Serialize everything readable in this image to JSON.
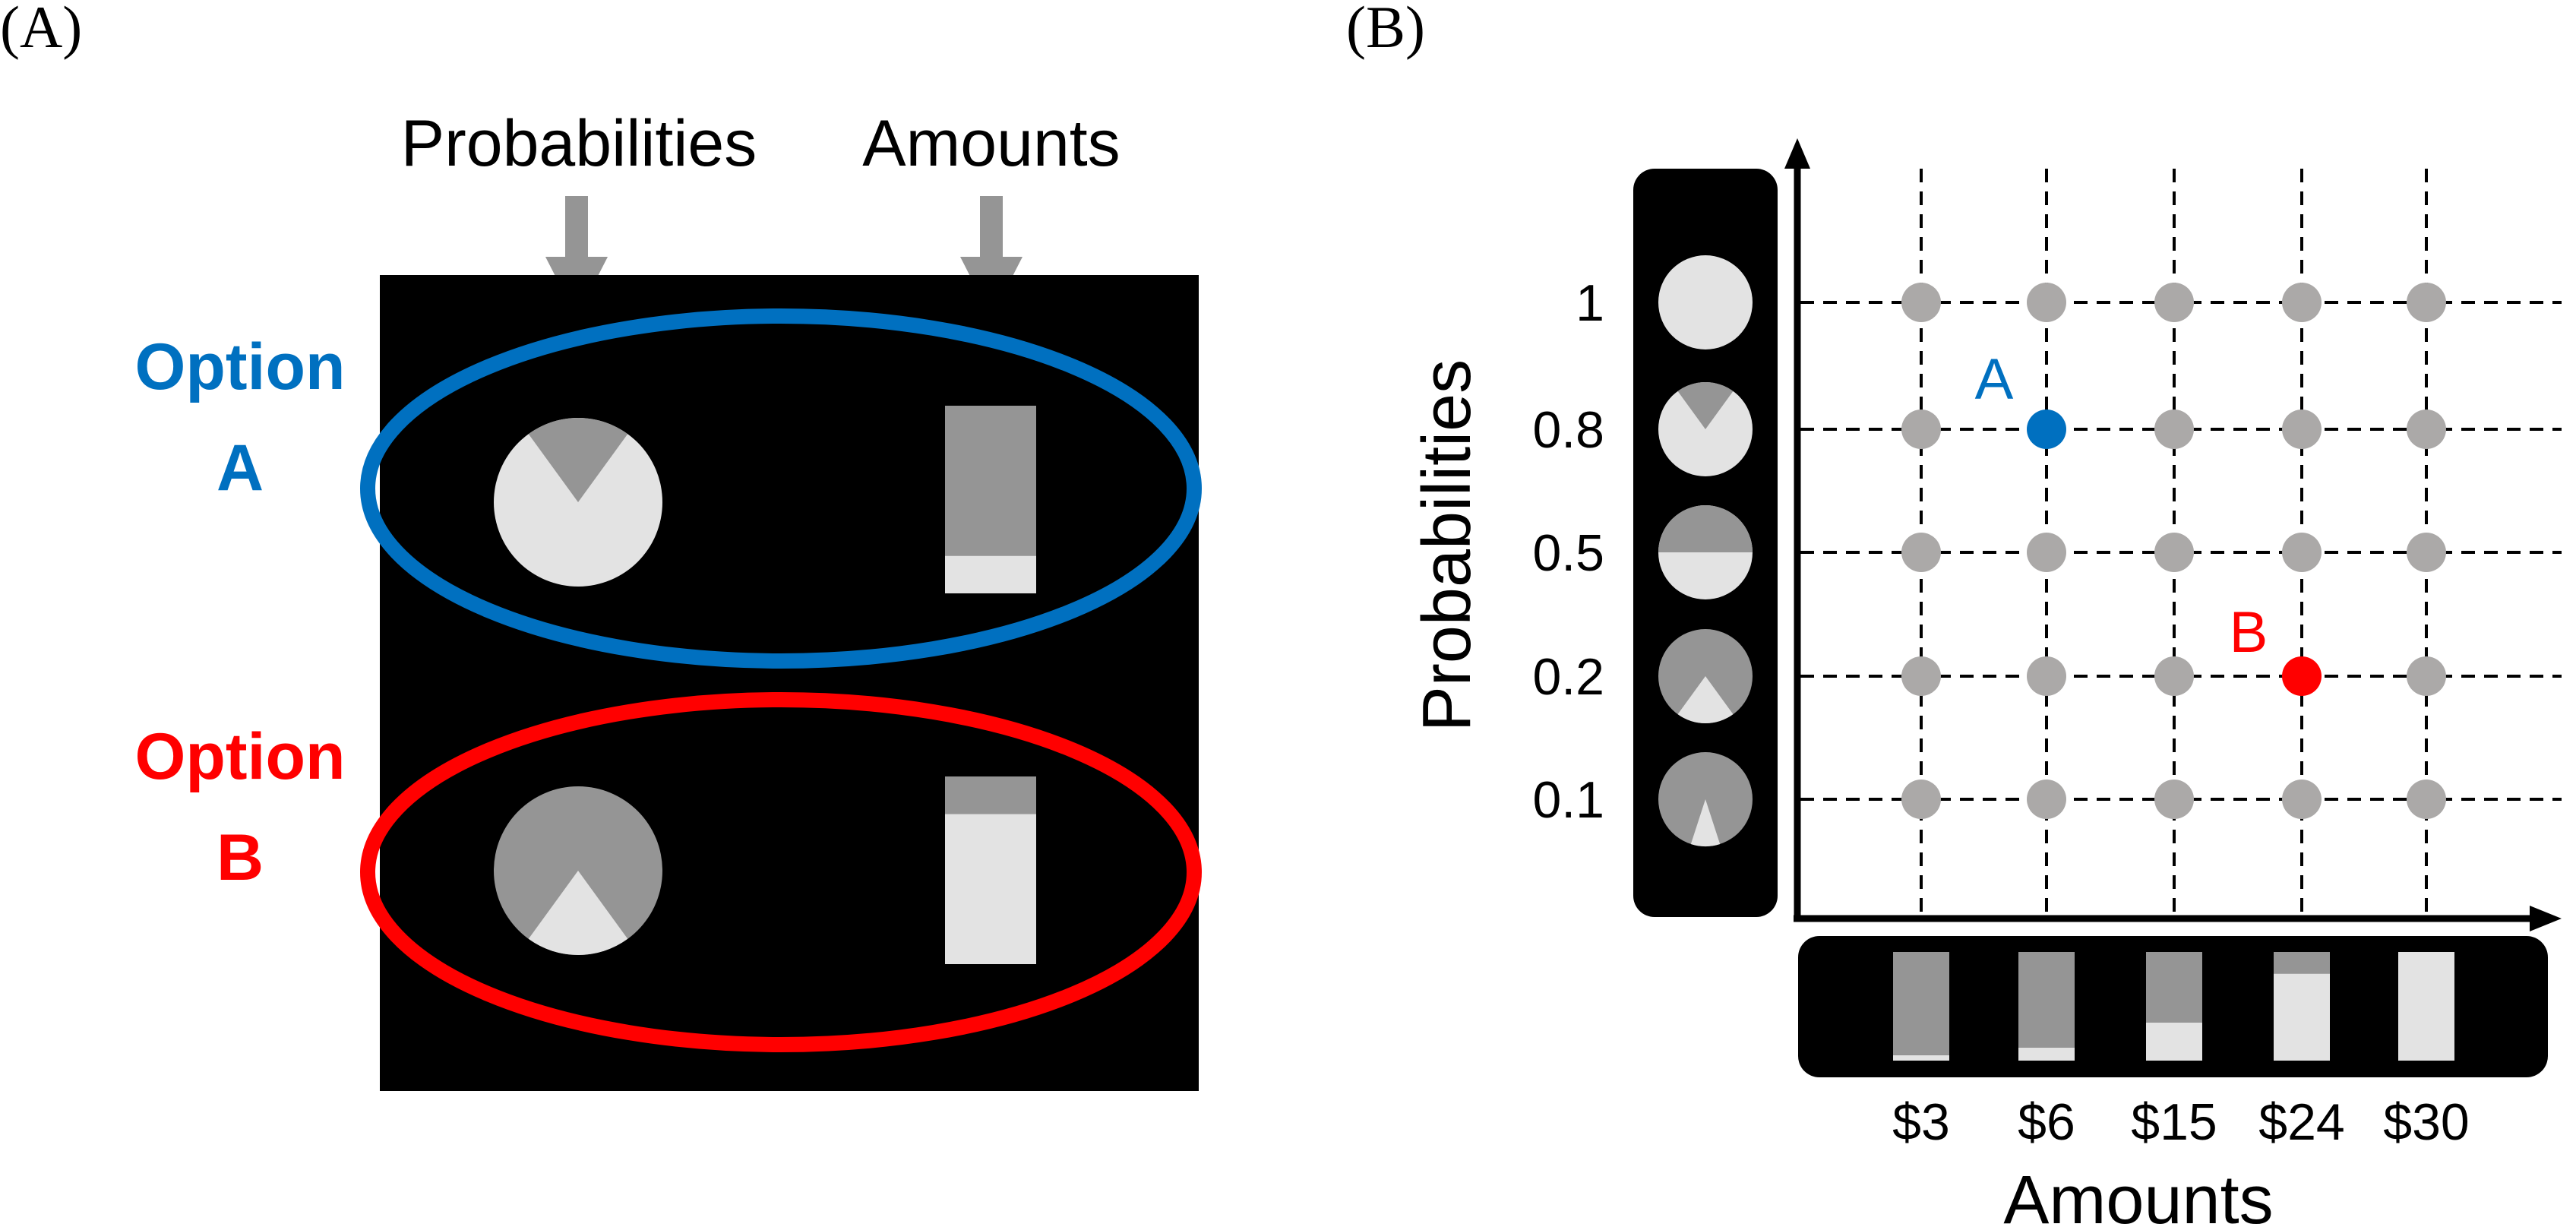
{
  "panel_a": {
    "label": "(A)",
    "header_probabilities": "Probabilities",
    "header_amounts": "Amounts",
    "options": [
      {
        "word": "Option",
        "letter": "A",
        "color": "#0070c0",
        "probability": 0.8,
        "amount_light_fraction": 0.2
      },
      {
        "word": "Option",
        "letter": "B",
        "color": "#ff0000",
        "probability": 0.2,
        "amount_light_fraction": 0.8
      }
    ]
  },
  "panel_b": {
    "label": "(B)",
    "ylabel": "Probabilities",
    "xlabel": "Amounts",
    "y_ticks": [
      "1",
      "0.8",
      "0.5",
      "0.2",
      "0.1"
    ],
    "x_ticks": [
      "$3",
      "$6",
      "$15",
      "$24",
      "$30"
    ],
    "point_labels": [
      {
        "text": "A",
        "color": "#0070c0"
      },
      {
        "text": "B",
        "color": "#ff0000"
      }
    ]
  },
  "chart_data": {
    "type": "scatter",
    "xlabel": "Amounts",
    "ylabel": "Probabilities",
    "x_categories": [
      "$3",
      "$6",
      "$15",
      "$24",
      "$30"
    ],
    "y_categories": [
      "1",
      "0.8",
      "0.5",
      "0.2",
      "0.1"
    ],
    "grid": true,
    "grid_points": [
      {
        "x": "$3",
        "y": "1"
      },
      {
        "x": "$6",
        "y": "1"
      },
      {
        "x": "$15",
        "y": "1"
      },
      {
        "x": "$24",
        "y": "1"
      },
      {
        "x": "$30",
        "y": "1"
      },
      {
        "x": "$3",
        "y": "0.8"
      },
      {
        "x": "$15",
        "y": "0.8"
      },
      {
        "x": "$24",
        "y": "0.8"
      },
      {
        "x": "$30",
        "y": "0.8"
      },
      {
        "x": "$3",
        "y": "0.5"
      },
      {
        "x": "$6",
        "y": "0.5"
      },
      {
        "x": "$15",
        "y": "0.5"
      },
      {
        "x": "$24",
        "y": "0.5"
      },
      {
        "x": "$30",
        "y": "0.5"
      },
      {
        "x": "$3",
        "y": "0.2"
      },
      {
        "x": "$6",
        "y": "0.2"
      },
      {
        "x": "$15",
        "y": "0.2"
      },
      {
        "x": "$30",
        "y": "0.2"
      },
      {
        "x": "$3",
        "y": "0.1"
      },
      {
        "x": "$6",
        "y": "0.1"
      },
      {
        "x": "$15",
        "y": "0.1"
      },
      {
        "x": "$24",
        "y": "0.1"
      },
      {
        "x": "$30",
        "y": "0.1"
      }
    ],
    "highlighted": [
      {
        "label": "A",
        "x": "$6",
        "y": "0.8",
        "color": "#0070c0"
      },
      {
        "label": "B",
        "x": "$24",
        "y": "0.2",
        "color": "#ff0000"
      }
    ],
    "pie_icon_probabilities": [
      1,
      0.8,
      0.5,
      0.2,
      0.1
    ],
    "bar_icon_light_fractions": [
      0.05,
      0.12,
      0.35,
      0.8,
      1.0
    ],
    "colors": {
      "grid_point": "#aba9a8",
      "light": "#e3e3e3",
      "dark": "#959595",
      "panel": "#000000"
    }
  }
}
